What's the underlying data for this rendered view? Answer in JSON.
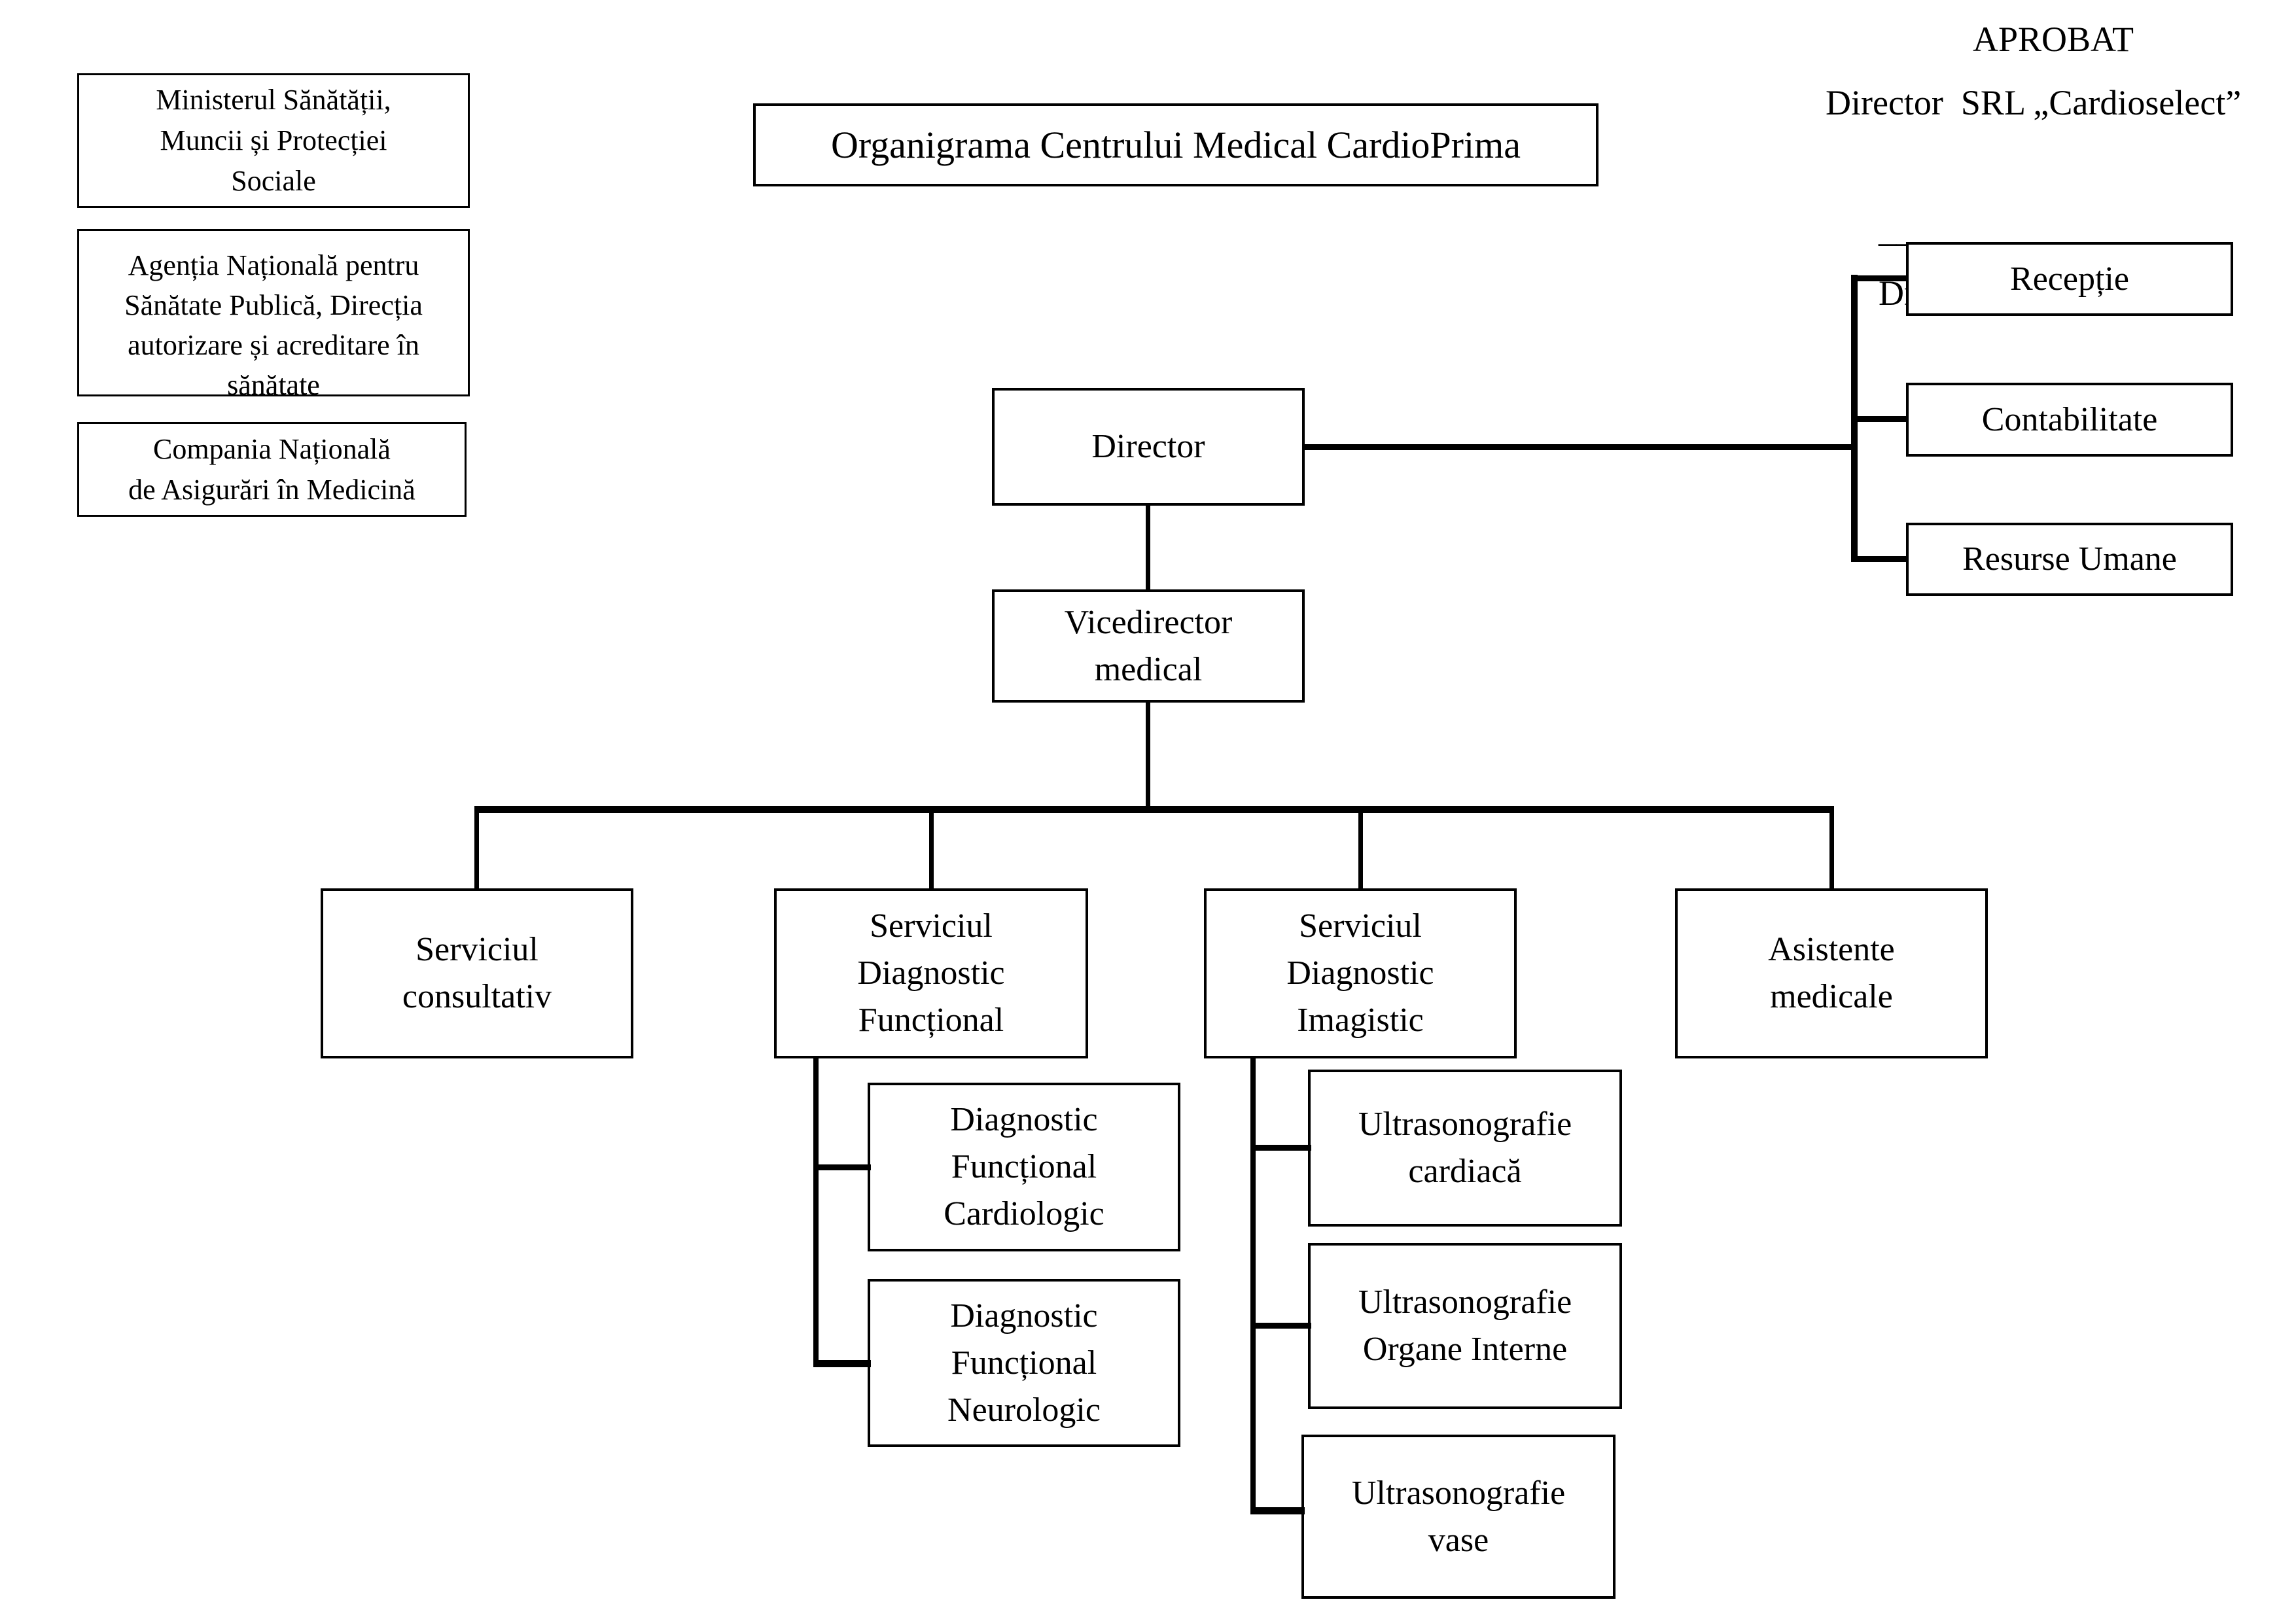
{
  "title": "Organigrama Centrului Medical CardioPrima",
  "approval": {
    "heading": "APROBAT",
    "role_line": "Director  SRL „Cardioselect”",
    "signature_blank": "______________",
    "signatory": "Dragan Ion"
  },
  "external": {
    "ministry": {
      "line1": "Ministerul Sănătății,",
      "line2": "Muncii și Protecției",
      "line3": "Sociale"
    },
    "agency": {
      "line1": "Agenția Națională pentru",
      "line2": "Sănătate Publică, Direcția",
      "line3": "autorizare și acreditare în",
      "line4": "sănătate"
    },
    "company": {
      "line1": "Compania Națională",
      "line2": "de Asigurări în Medicină"
    }
  },
  "org": {
    "director": "Director",
    "reception": "Recepție",
    "accounting": "Contabilitate",
    "hr": "Resurse Umane",
    "vicedirector": {
      "line1": "Vicedirector",
      "line2": "medical"
    },
    "consultative": {
      "line1": "Serviciul",
      "line2": "consultativ"
    },
    "functional": {
      "line1": "Serviciul",
      "line2": "Diagnostic",
      "line3": "Funcțional"
    },
    "imagistic": {
      "line1": "Serviciul",
      "line2": "Diagnostic",
      "line3": "Imagistic"
    },
    "assistants": {
      "line1": "Asistente",
      "line2": "medicale"
    },
    "func_cardiologic": {
      "line1": "Diagnostic",
      "line2": "Funcțional",
      "line3": "Cardiologic"
    },
    "func_neurologic": {
      "line1": "Diagnostic",
      "line2": "Funcțional",
      "line3": "Neurologic"
    },
    "us_cardiac": {
      "line1": "Ultrasonografie",
      "line2": "cardiacă"
    },
    "us_organs": {
      "line1": "Ultrasonografie",
      "line2": "Organe Interne"
    },
    "us_vessels": {
      "line1": "Ultrasonografie",
      "line2": "vase"
    }
  },
  "colors": {
    "ink": "#000000",
    "background": "#ffffff"
  }
}
